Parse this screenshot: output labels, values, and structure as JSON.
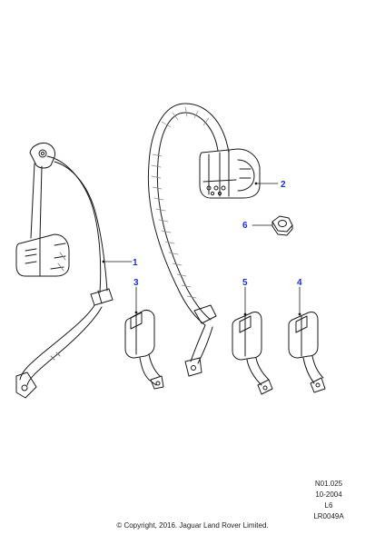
{
  "callouts": [
    {
      "number": "1",
      "part": "front-seat-belt-retractor-assembly"
    },
    {
      "number": "2",
      "part": "rear-seat-belt-retractor-assembly"
    },
    {
      "number": "3",
      "part": "buckle-left"
    },
    {
      "number": "4",
      "part": "buckle-right"
    },
    {
      "number": "5",
      "part": "buckle-centre"
    },
    {
      "number": "6",
      "part": "nut"
    }
  ],
  "reference": {
    "line1": "N01.025",
    "line2": "10-2004",
    "line3": "L6",
    "line4": "LR0049A"
  },
  "copyright": "© Copyright, 2016. Jaguar Land Rover Limited.",
  "colors": {
    "callout": "#1a2fd8",
    "line": "#1a1a1a",
    "shading": "#c8c8c8"
  }
}
